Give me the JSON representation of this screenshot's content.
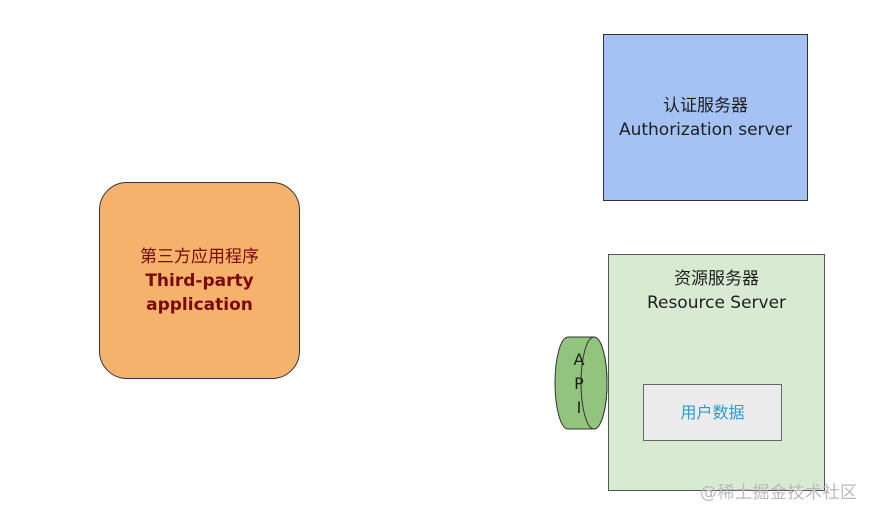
{
  "third_party": {
    "label_zh": "第三方应用程序",
    "label_en_line1": "Third-party",
    "label_en_line2": "application"
  },
  "auth_server": {
    "label_zh": "认证服务器",
    "label_en": "Authorization server"
  },
  "resource_server": {
    "label_zh": "资源服务器",
    "label_en": "Resource Server",
    "user_data": "用户数据"
  },
  "api": {
    "letters": [
      "A",
      "P",
      "I"
    ]
  },
  "watermark": "@稀土掘金技术社区",
  "colors": {
    "third_party_fill": "#f5b26c",
    "third_party_text": "#7a0a0a",
    "auth_fill": "#a4c2f4",
    "resource_fill": "#d9ead3",
    "api_fill": "#93c47d",
    "user_data_text": "#2b9bd1"
  }
}
